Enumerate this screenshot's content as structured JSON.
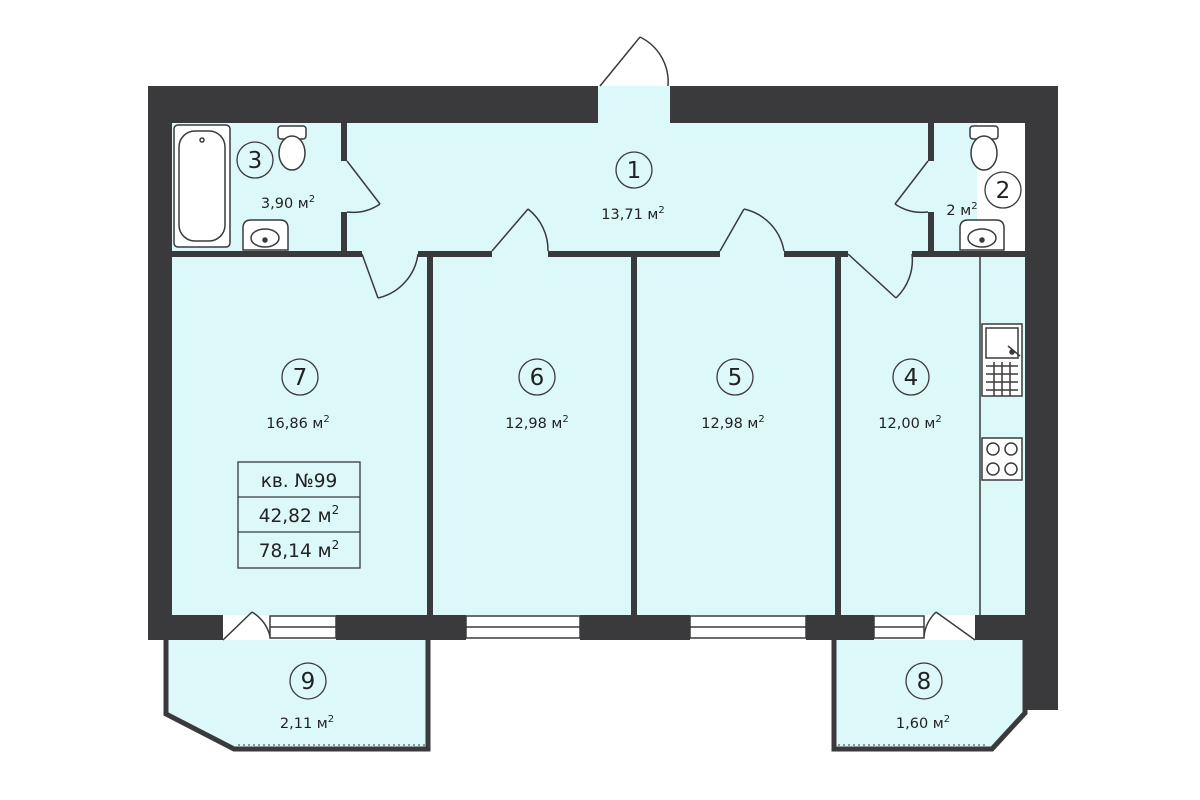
{
  "plan": {
    "colors": {
      "wall": "#3a3a3c",
      "floor": "#dcf8f8",
      "line": "#3a3a3c",
      "window": "#ffffff"
    },
    "rooms": [
      {
        "num": "1",
        "area": "13,71 м"
      },
      {
        "num": "2",
        "area": "2 м"
      },
      {
        "num": "3",
        "area": "3,90 м"
      },
      {
        "num": "4",
        "area": "12,00 м"
      },
      {
        "num": "5",
        "area": "12,98 м"
      },
      {
        "num": "6",
        "area": "12,98 м"
      },
      {
        "num": "7",
        "area": "16,86 м"
      },
      {
        "num": "8",
        "area": "1,60 м"
      },
      {
        "num": "9",
        "area": "2,11 м"
      }
    ],
    "superscript": "2",
    "apartment_info": {
      "label": "кв. №99",
      "living_area": "42,82 м",
      "total_area": "78,14 м"
    },
    "fixtures": [
      "bathtub-icon",
      "toilet-icon",
      "sink-icon",
      "kitchen-sink-icon",
      "stove-icon"
    ]
  }
}
